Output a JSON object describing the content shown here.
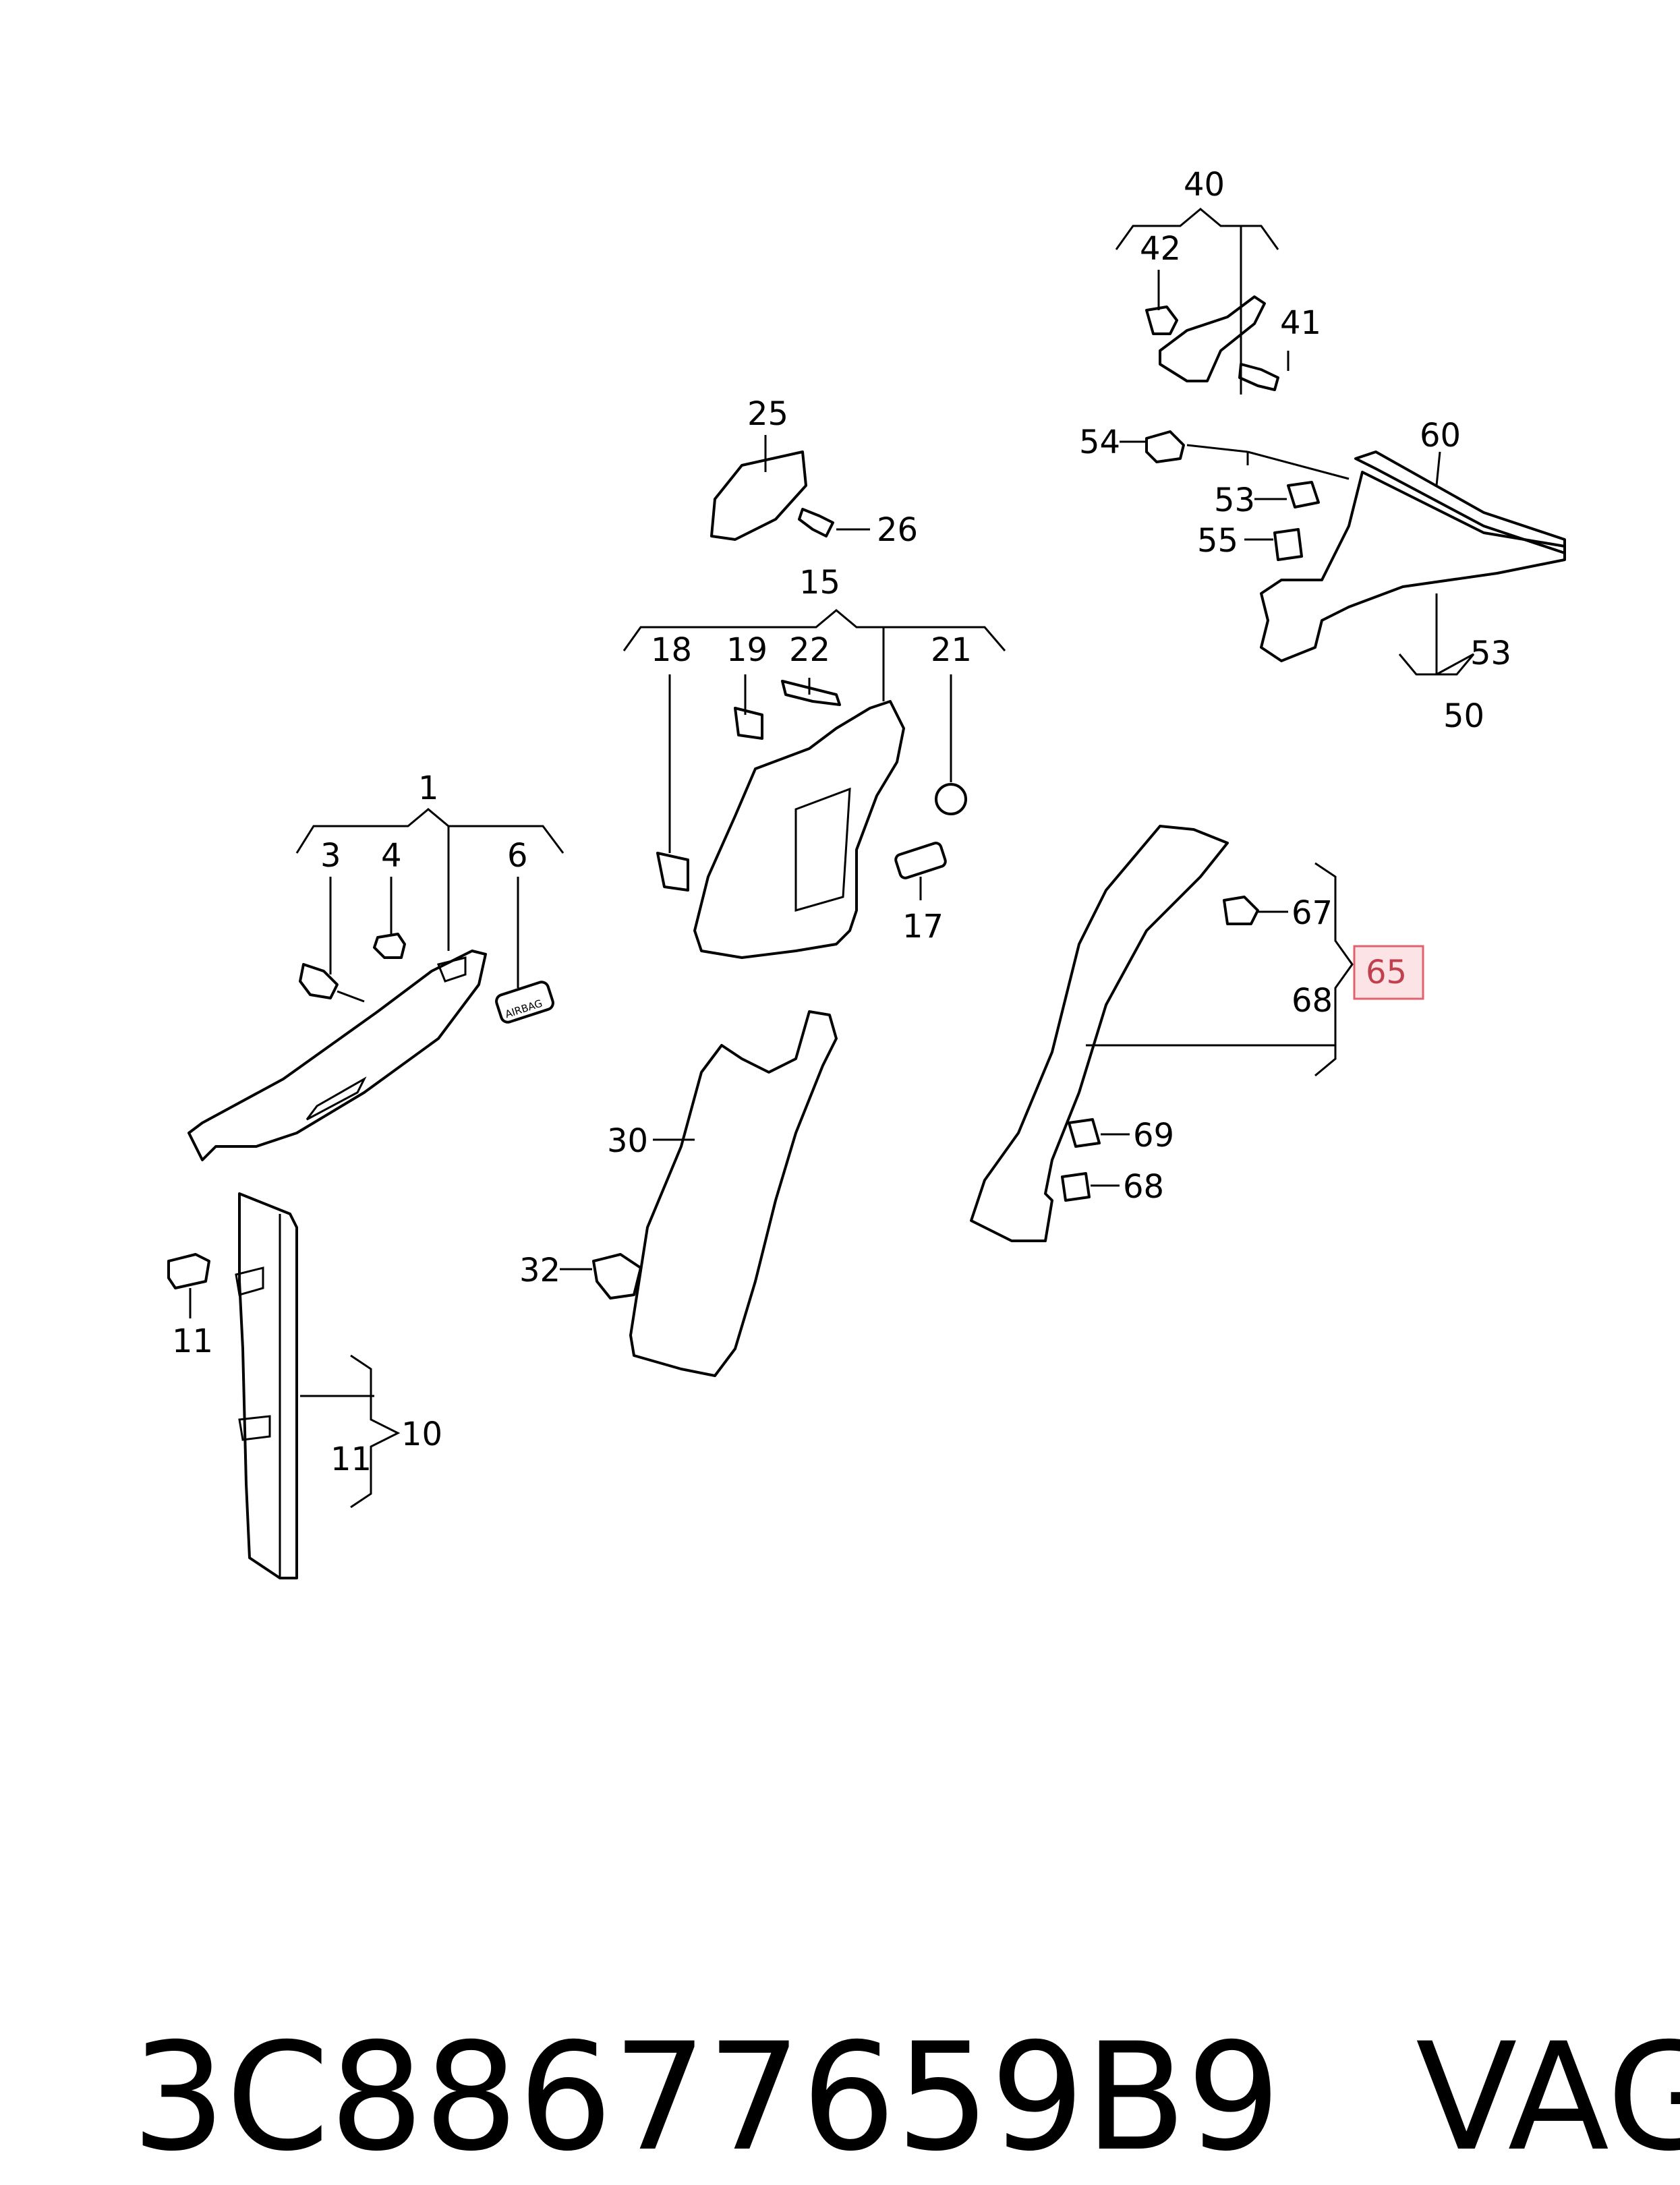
{
  "callouts": {
    "c1": "1",
    "c3": "3",
    "c4": "4",
    "c6": "6",
    "c10": "10",
    "c11a": "11",
    "c11b": "11",
    "c15": "15",
    "c17": "17",
    "c18": "18",
    "c19": "19",
    "c21": "21",
    "c22": "22",
    "c25": "25",
    "c26": "26",
    "c30": "30",
    "c32": "32",
    "c40": "40",
    "c41": "41",
    "c42": "42",
    "c50": "50",
    "c53a": "53",
    "c53b": "53",
    "c54": "54",
    "c55": "55",
    "c60": "60",
    "c65": "65",
    "c67": "67",
    "c68a": "68",
    "c68b": "68",
    "c69": "69"
  },
  "labels": {
    "airbag": "AIRBAG"
  },
  "highlight_color": "#e0626f",
  "footer": {
    "part_number": "3C88677659B9",
    "brand": "VAG"
  }
}
